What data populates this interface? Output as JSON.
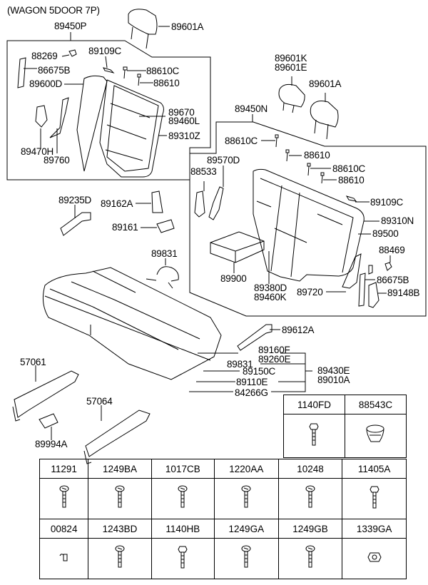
{
  "title": "(WAGON 5DOOR 7P)",
  "colors": {
    "line": "#000000",
    "background": "#ffffff"
  },
  "assemblies": {
    "front_seatback": {
      "label": "89450P"
    },
    "rear_seatback": {
      "label": "89450N"
    }
  },
  "callouts": {
    "c89601A_1": "89601A",
    "c88269": "88269",
    "c89109C_1": "89109C",
    "c86675B_1": "86675B",
    "c88610C_1": "88610C",
    "c88610_1": "88610",
    "c89600D": "89600D",
    "c89670": "89670",
    "c89460L": "89460L",
    "c89310Z": "89310Z",
    "c89470H": "89470H",
    "c89760": "89760",
    "c89601K": "89601K",
    "c89601E": "89601E",
    "c89601A_2": "89601A",
    "c88610C_2": "88610C",
    "c88610_2": "88610",
    "c88610C_3": "88610C",
    "c88610_3": "88610",
    "c89570D": "89570D",
    "c88533": "88533",
    "c89109C_2": "89109C",
    "c89310N": "89310N",
    "c89500": "89500",
    "c88469": "88469",
    "c89900": "89900",
    "c89380D": "89380D",
    "c89460K": "89460K",
    "c89720": "89720",
    "c86675B_2": "86675B",
    "c89148B": "89148B",
    "c89235D": "89235D",
    "c89162A": "89162A",
    "c89161": "89161",
    "c89831_1": "89831",
    "c89612A": "89612A",
    "c89160F": "89160F",
    "c89260E": "89260E",
    "c89831_2": "89831",
    "c89150C": "89150C",
    "c89110E": "89110E",
    "c84266G": "84266G",
    "c89430E": "89430E",
    "c89010A": "89010A",
    "c57061": "57061",
    "c57064": "57064",
    "c89994A": "89994A"
  },
  "fastener_table_small": [
    {
      "part": "1140FD",
      "icon": "flange-bolt-icon"
    },
    {
      "part": "88543C",
      "icon": "grommet-icon"
    }
  ],
  "fastener_table": {
    "row1": [
      {
        "part": "11291",
        "icon": "screw-icon"
      },
      {
        "part": "1249BA",
        "icon": "screw-icon"
      },
      {
        "part": "1017CB",
        "icon": "screw-icon"
      },
      {
        "part": "1220AA",
        "icon": "screw-icon"
      },
      {
        "part": "10248",
        "icon": "screw-icon"
      },
      {
        "part": "11405A",
        "icon": "hex-bolt-icon"
      }
    ],
    "row2": [
      {
        "part": "00824",
        "icon": "clip-icon"
      },
      {
        "part": "1243BD",
        "icon": "screw-icon"
      },
      {
        "part": "1140HB",
        "icon": "flange-bolt-icon"
      },
      {
        "part": "1249GA",
        "icon": "screw-icon"
      },
      {
        "part": "1249GB",
        "icon": "screw-icon"
      },
      {
        "part": "1339GA",
        "icon": "nut-icon"
      }
    ]
  }
}
